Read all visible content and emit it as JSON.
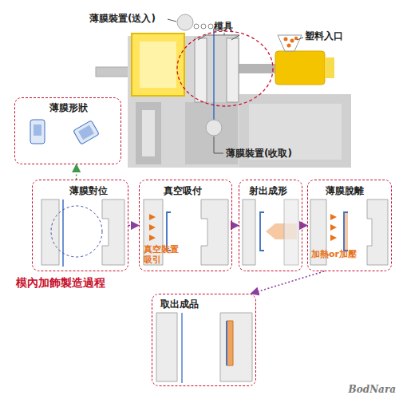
{
  "diagram": {
    "title": "模內加飾製造過程",
    "nodes": [
      {
        "text": [
          "薄膜形狀"
        ]
      },
      {
        "text": [
          "薄膜對位"
        ]
      },
      {
        "text": [
          "真空吸付",
          "真空裝置 吸引"
        ]
      },
      {
        "text": [
          "射出成形"
        ]
      },
      {
        "text": [
          "薄膜脫離",
          "加熱or加壓"
        ]
      },
      {
        "text": [
          "取出成品"
        ]
      }
    ],
    "edges": [
      {
        "from": 1,
        "to": 2,
        "arrow": "to"
      },
      {
        "from": 2,
        "to": 3,
        "arrow": "to"
      },
      {
        "from": 3,
        "to": 4,
        "arrow": "to"
      },
      {
        "from": 4,
        "to": 5,
        "arrow": "to"
      },
      {
        "from": 1,
        "to": 0,
        "arrow": "to"
      }
    ],
    "labels": [
      "薄膜裝置(送入)",
      "模具",
      "塑料入口",
      "薄膜裝置(收取)",
      "BodNara"
    ]
  }
}
